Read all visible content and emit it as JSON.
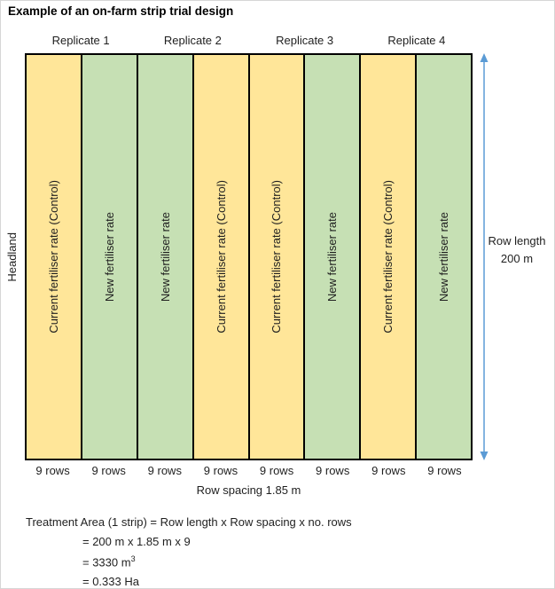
{
  "title": "Example of an on-farm strip trial design",
  "replicates": [
    {
      "label": "Replicate 1"
    },
    {
      "label": "Replicate 2"
    },
    {
      "label": "Replicate 3"
    },
    {
      "label": "Replicate 4"
    }
  ],
  "strips": [
    {
      "label": "Current fertiliser rate (Control)",
      "treatment": "control",
      "rows_label": "9 rows"
    },
    {
      "label": "New fertiliser rate",
      "treatment": "new",
      "rows_label": "9 rows"
    },
    {
      "label": "New fertiliser rate",
      "treatment": "new",
      "rows_label": "9 rows"
    },
    {
      "label": "Current fertiliser rate (Control)",
      "treatment": "control",
      "rows_label": "9 rows"
    },
    {
      "label": "Current fertiliser rate (Control)",
      "treatment": "control",
      "rows_label": "9 rows"
    },
    {
      "label": "New fertiliser rate",
      "treatment": "new",
      "rows_label": "9 rows"
    },
    {
      "label": "Current fertiliser rate (Control)",
      "treatment": "control",
      "rows_label": "9 rows"
    },
    {
      "label": "New fertiliser rate",
      "treatment": "new",
      "rows_label": "9 rows"
    }
  ],
  "headland_label": "Headland",
  "row_length": {
    "line1": "Row length",
    "line2": "200 m"
  },
  "row_spacing_label": "Row spacing 1.85 m",
  "calculation": {
    "line1": "Treatment Area (1 strip) = Row length x Row spacing x no. rows",
    "line2": "= 200 m x 1.85 m x 9",
    "line3_base": "= 3330 m",
    "line3_sup": "3",
    "line4": "= 0.333 Ha"
  },
  "colors": {
    "control_fill": "#FFE699",
    "new_fill": "#C6E0B4",
    "arrow": "#5B9BD5",
    "border": "#000000"
  }
}
